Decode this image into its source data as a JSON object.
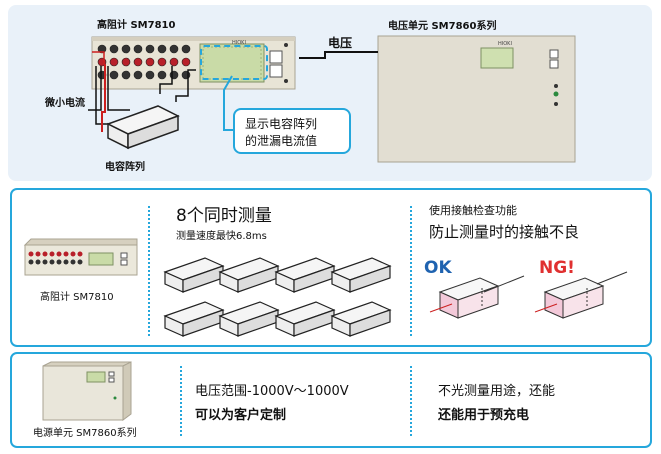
{
  "top": {
    "sm7810_label": "高阻计 SM7810",
    "sm7860_label": "电压单元 SM7860系列",
    "voltage_label": "电压",
    "micro_current_label": "微小电流",
    "capacitor_array_label": "电容阵列",
    "callout_line1": "显示电容阵列",
    "callout_line2": "的泄漏电流值",
    "device_brand": "HIOKI"
  },
  "middle": {
    "device_label": "高阻计  SM7810",
    "title": "8个同时测量",
    "subtitle": "测量速度最快6.8ms",
    "check_line1": "使用接触检查功能",
    "check_line2": "防止测量时的接触不良",
    "ok_label": "OK",
    "ng_label": "NG!"
  },
  "bottom": {
    "device_label": "电源单元 SM7860系列",
    "range_line1": "电压范围-1000V～1000V",
    "range_line2": "可以为客户定制",
    "use_line1": "不光测量用途，还能",
    "use_line2": "还能用于预充电"
  },
  "colors": {
    "accent": "#25a7dc",
    "ok": "#1f63b0",
    "ng": "#e03030",
    "wire": "#cc1f1f"
  }
}
